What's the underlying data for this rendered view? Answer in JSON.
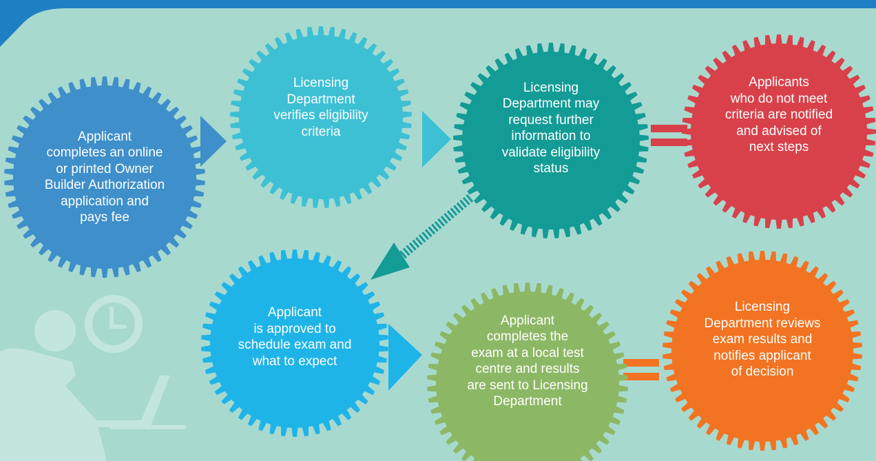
{
  "colors": {
    "background": "#a8d9cf",
    "top_band": "#1f7fc3",
    "silhouette": "#c2e6de"
  },
  "steps": [
    {
      "id": "step-1",
      "text": "Applicant\ncompletes an online\nor printed Owner\nBuilder Authorization\napplication and\npays fee",
      "color": "#3e8fca"
    },
    {
      "id": "step-2",
      "text": "Licensing\nDepartment\nverifies eligibility\ncriteria",
      "color": "#3dc0d4"
    },
    {
      "id": "step-3",
      "text": "Licensing\nDepartment may\nrequest further\ninformation to\nvalidate eligibility\nstatus",
      "color": "#139b96"
    },
    {
      "id": "step-4",
      "text": "Applicants\nwho do not meet\ncriteria are notified\nand advised of\nnext steps",
      "color": "#d8414a"
    },
    {
      "id": "step-5",
      "text": "Applicant\nis approved to\nschedule exam and\nwhat to expect",
      "color": "#1fb4e8"
    },
    {
      "id": "step-6",
      "text": "Applicant\ncompletes the\nexam at a local test\ncentre and results\nare sent to Licensing\nDepartment",
      "color": "#8cb865"
    },
    {
      "id": "step-7",
      "text": "Licensing\nDepartment reviews\nexam results and\nnotifies applicant\nof decision",
      "color": "#f27321"
    }
  ],
  "connectors": {
    "arrow_1_to_2": {
      "type": "arrow",
      "color": "#3e8fca"
    },
    "arrow_2_to_3": {
      "type": "arrow",
      "color": "#3dc0d4"
    },
    "equals_3_to_4": {
      "type": "equals",
      "color": "#d8414a"
    },
    "dashed_3_to_5": {
      "type": "dashed-arrow",
      "color": "#139b96"
    },
    "arrow_5_to_6": {
      "type": "arrow",
      "color": "#1fb4e8"
    },
    "equals_6_to_7": {
      "type": "equals",
      "color": "#f27321"
    }
  },
  "icons": {
    "illustration": "person-at-laptop-with-clock-icon"
  }
}
